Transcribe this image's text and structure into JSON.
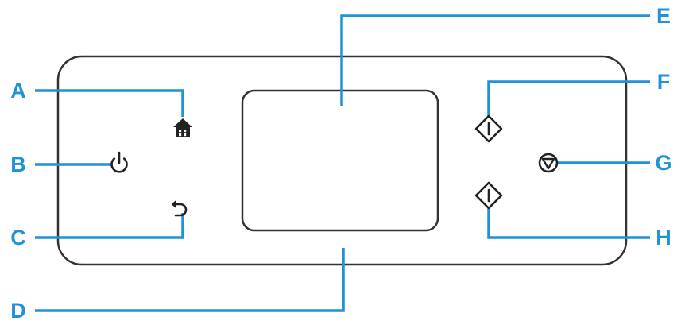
{
  "callouts": [
    {
      "letter": "A",
      "target": "home-button"
    },
    {
      "letter": "B",
      "target": "power-button"
    },
    {
      "letter": "C",
      "target": "back-button"
    },
    {
      "letter": "D",
      "target": "operation-panel"
    },
    {
      "letter": "E",
      "target": "touch-screen"
    },
    {
      "letter": "F",
      "target": "black-start-button"
    },
    {
      "letter": "G",
      "target": "stop-button"
    },
    {
      "letter": "H",
      "target": "color-start-button"
    }
  ],
  "icons": {
    "A": "home-icon",
    "B": "power-icon",
    "C": "back-icon",
    "F": "start-icon",
    "G": "stop-icon",
    "H": "start-icon"
  },
  "colors": {
    "callout": "#1f93d6",
    "outline": "#333333",
    "background": "#ffffff"
  }
}
